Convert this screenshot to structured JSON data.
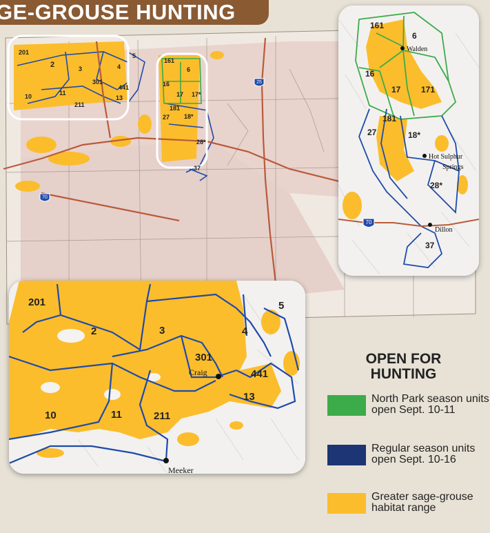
{
  "title": "GE-GROUSE HUNTING",
  "colors": {
    "habitat": "#fbbd2c",
    "north_park": "#3cab4a",
    "regular": "#1f4aa8",
    "legend_regular": "#1d3574",
    "route": "#b85a3a"
  },
  "main_labels": [
    "201",
    "2",
    "3",
    "4",
    "5",
    "301",
    "441",
    "11",
    "211",
    "10",
    "13",
    "161",
    "6",
    "16",
    "17",
    "17*",
    "181",
    "18*",
    "27",
    "28*",
    "37"
  ],
  "right_inset": {
    "units": [
      "161",
      "6",
      "16",
      "17",
      "171",
      "181",
      "27",
      "18*",
      "28*",
      "37"
    ],
    "towns": [
      "Walden",
      "Hot Sulphur",
      "Springs",
      "Dillon"
    ],
    "highway": "70"
  },
  "bottom_inset": {
    "units": [
      "201",
      "2",
      "3",
      "4",
      "5",
      "301",
      "441",
      "13",
      "10",
      "11",
      "211"
    ],
    "towns": [
      "Craig",
      "Meeker"
    ]
  },
  "highway_shields": [
    "25",
    "70"
  ],
  "legend": {
    "title_line1": "OPEN FOR",
    "title_line2": "HUNTING",
    "items": [
      {
        "label": "North Park season units open Sept. 10-11"
      },
      {
        "label": "Regular season units open Sept. 10-16"
      },
      {
        "label": "Greater sage-grouse habitat range"
      }
    ]
  }
}
